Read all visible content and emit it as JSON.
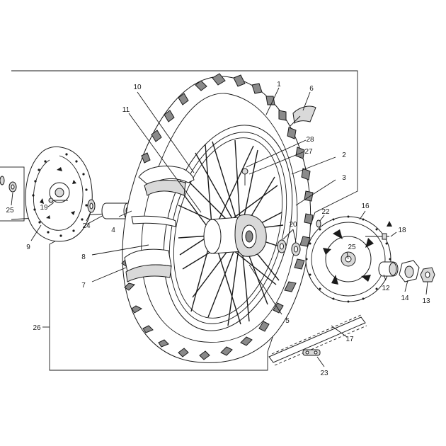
{
  "callouts": [
    {
      "id": "c1",
      "label": "1"
    },
    {
      "id": "c2",
      "label": "2"
    },
    {
      "id": "c3",
      "label": "3"
    },
    {
      "id": "c4",
      "label": "4"
    },
    {
      "id": "c5",
      "label": "5"
    },
    {
      "id": "c6",
      "label": "6"
    },
    {
      "id": "c7",
      "label": "7"
    },
    {
      "id": "c8",
      "label": "8"
    },
    {
      "id": "c9",
      "label": "9"
    },
    {
      "id": "c10",
      "label": "10"
    },
    {
      "id": "c11",
      "label": "11"
    },
    {
      "id": "c12",
      "label": "12"
    },
    {
      "id": "c13",
      "label": "13"
    },
    {
      "id": "c14",
      "label": "14"
    },
    {
      "id": "c16",
      "label": "16"
    },
    {
      "id": "c17",
      "label": "17"
    },
    {
      "id": "c18",
      "label": "18"
    },
    {
      "id": "c19",
      "label": "19"
    },
    {
      "id": "c20",
      "label": "20"
    },
    {
      "id": "c22",
      "label": "22"
    },
    {
      "id": "c23",
      "label": "23"
    },
    {
      "id": "c24",
      "label": "24"
    },
    {
      "id": "c25a",
      "label": "25"
    },
    {
      "id": "c25b",
      "label": "25"
    },
    {
      "id": "c26",
      "label": "26"
    },
    {
      "id": "c27",
      "label": "27"
    },
    {
      "id": "c28",
      "label": "28"
    }
  ]
}
